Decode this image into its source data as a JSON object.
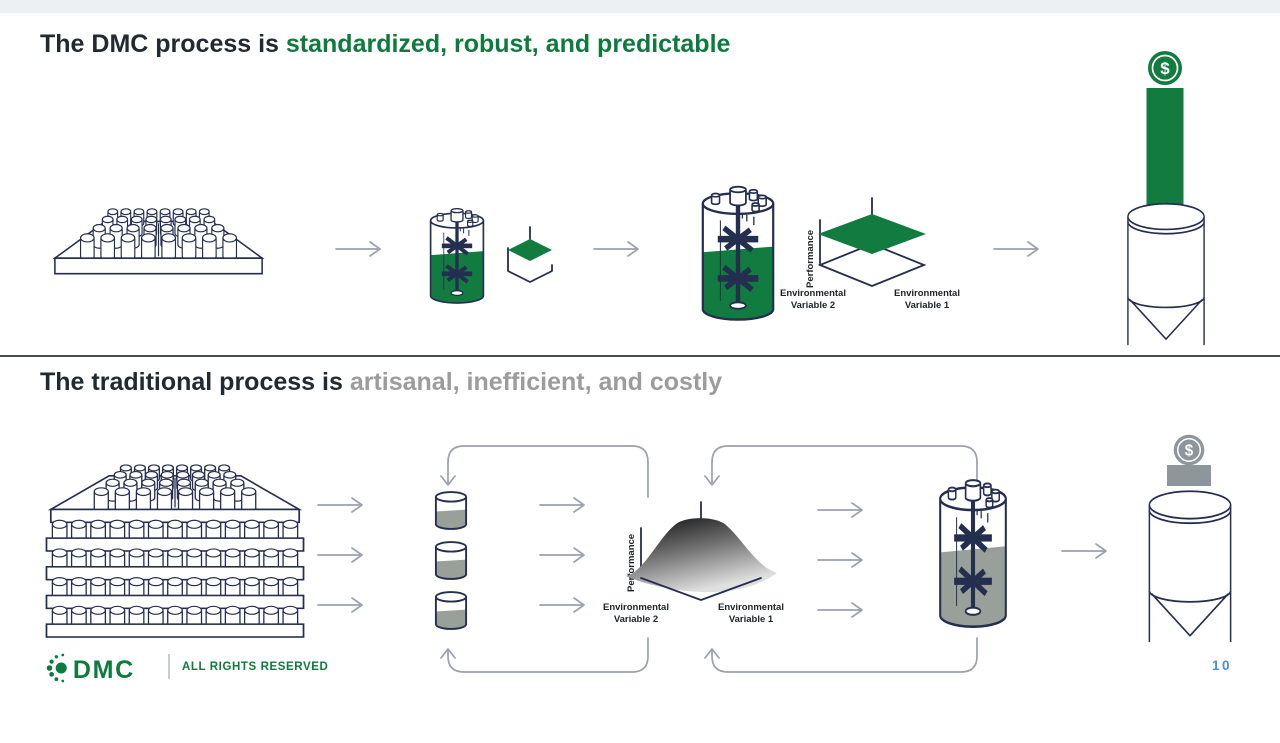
{
  "page": {
    "number": "10"
  },
  "footer": {
    "brand": "DMC",
    "rights": "ALL RIGHTS RESERVED"
  },
  "sections": {
    "dmc": {
      "title_prefix": "The DMC process is ",
      "title_highlight": "standardized, robust, and predictable",
      "plot": {
        "ylabel": "Performance",
        "env2_line1": "Environmental",
        "env2_line2": "Variable 2",
        "env1_line1": "Environmental",
        "env1_line2": "Variable 1"
      }
    },
    "traditional": {
      "title_prefix": "The traditional process is ",
      "title_highlight": "artisanal, inefficient, and costly",
      "plot": {
        "ylabel": "Performance",
        "env2_line1": "Environmental",
        "env2_line2": "Variable 2",
        "env1_line1": "Environmental",
        "env1_line2": "Variable 1"
      }
    }
  },
  "icons": {
    "dollar": "$"
  },
  "colors": {
    "green": "#117b40",
    "title_green": "#0e7b3e",
    "navy": "#242e4e",
    "gray_text": "#9c9c9c",
    "arrow_gray": "#9aa1af",
    "liquid_gray": "#99a09a",
    "coin_gray": "#8d959d",
    "page_blue": "#4a8fd9"
  }
}
